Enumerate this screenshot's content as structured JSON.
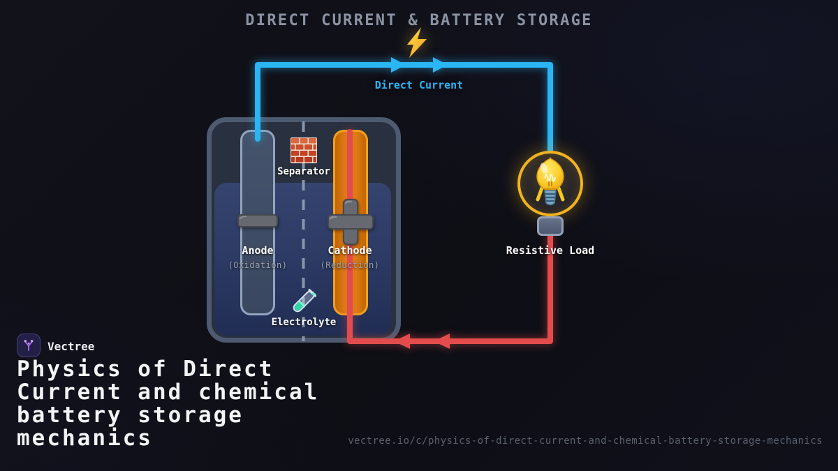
{
  "header": {
    "title": "DIRECT CURRENT & BATTERY STORAGE"
  },
  "circuit": {
    "current_label": "Direct Current",
    "load_label": "Resistive Load",
    "battery": {
      "separator_label": "Separator",
      "anode_label": "Anode",
      "anode_sublabel": "(Oxidation)",
      "cathode_label": "Cathode",
      "cathode_sublabel": "(Reduction)",
      "electrolyte_label": "Electrolyte"
    },
    "icons": {
      "lightning": "⚡",
      "separator": "🧱",
      "electrolyte": "🧪",
      "load": "💡"
    },
    "colors": {
      "current_wire_blue": "#2ab5f5",
      "return_wire_red": "#e34c4c",
      "cathode_fill": "#e0820f",
      "cathode_border": "#f2a11f",
      "anode_fill": "#3e4b63",
      "anode_border": "#93a4bd",
      "electrolyte_fill": "#2c3a64",
      "load_ring": "#f0b421",
      "title_gray": "#8b93a2"
    }
  },
  "footer": {
    "brand": "Vectree",
    "heading": "Physics of Direct\nCurrent and chemical\nbattery storage\nmechanics",
    "url": "vectree.io/c/physics-of-direct-current-and-chemical-battery-storage-mechanics"
  }
}
